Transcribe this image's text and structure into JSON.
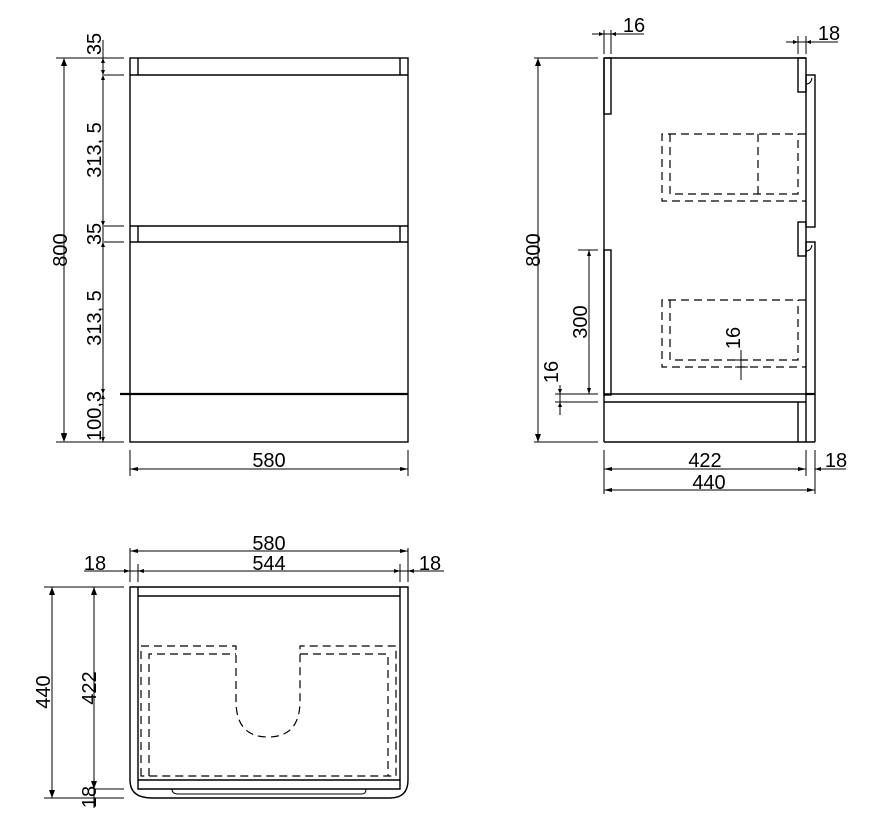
{
  "drawing": {
    "stroke_color": "#000000",
    "background_color": "#ffffff"
  },
  "front_view": {
    "height_total": "800",
    "width": "580",
    "segments": {
      "top_rail": "35",
      "drawer_upper": "313, 5",
      "mid_rail": "35",
      "drawer_lower": "313, 5",
      "plinth": "100,3"
    }
  },
  "side_view": {
    "height_total": "800",
    "back_panel_thickness": "16",
    "front_panel_thickness": "18",
    "back_opening_height": "300",
    "bottom_thickness": "16",
    "drawer_bottom_thickness": "16",
    "depth_inner": "422",
    "front_thickness_bottom": "18",
    "depth_total": "440"
  },
  "top_view": {
    "width_total": "580",
    "width_inner": "544",
    "left_side_thickness": "18",
    "right_side_thickness": "18",
    "depth_total": "440",
    "depth_inner": "422",
    "front_thickness": "18"
  }
}
